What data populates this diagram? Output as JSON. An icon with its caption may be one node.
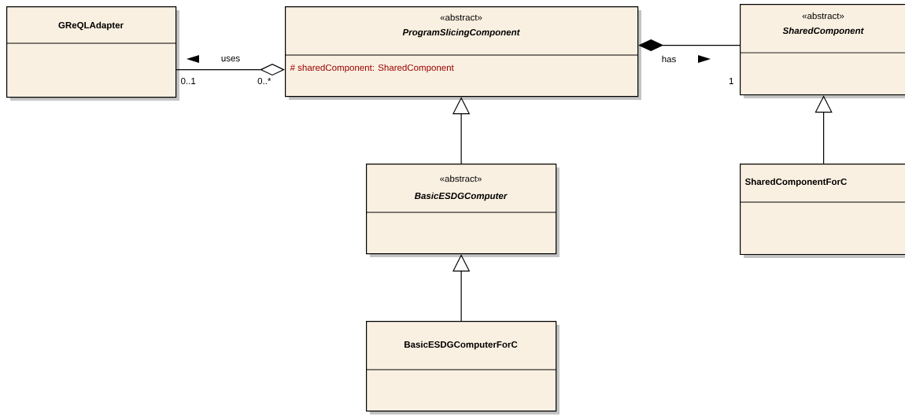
{
  "diagram": {
    "nodes": [
      {
        "text": [
          "GReQLAdapter"
        ]
      },
      {
        "text": [
          "«abstract»",
          "ProgramSlicingComponent",
          "# sharedComponent: SharedComponent"
        ]
      },
      {
        "text": [
          "«abstract»",
          "SharedComponent"
        ]
      },
      {
        "text": [
          "«abstract»",
          "BasicESDGComputer"
        ]
      },
      {
        "text": [
          "SharedComponentForC"
        ]
      },
      {
        "text": [
          "BasicESDGComputerForC"
        ]
      }
    ],
    "edges": [
      {
        "from": 0,
        "to": 1,
        "arrow": "other",
        "label": "uses"
      },
      {
        "from": 2,
        "to": 1,
        "arrow": "other",
        "label": "has"
      },
      {
        "from": 3,
        "to": 1,
        "arrow": "to"
      },
      {
        "from": 4,
        "to": 2,
        "arrow": "to"
      },
      {
        "from": 5,
        "to": 3,
        "arrow": "to"
      }
    ],
    "labels": [
      "0..1",
      "0..*",
      "1"
    ]
  }
}
